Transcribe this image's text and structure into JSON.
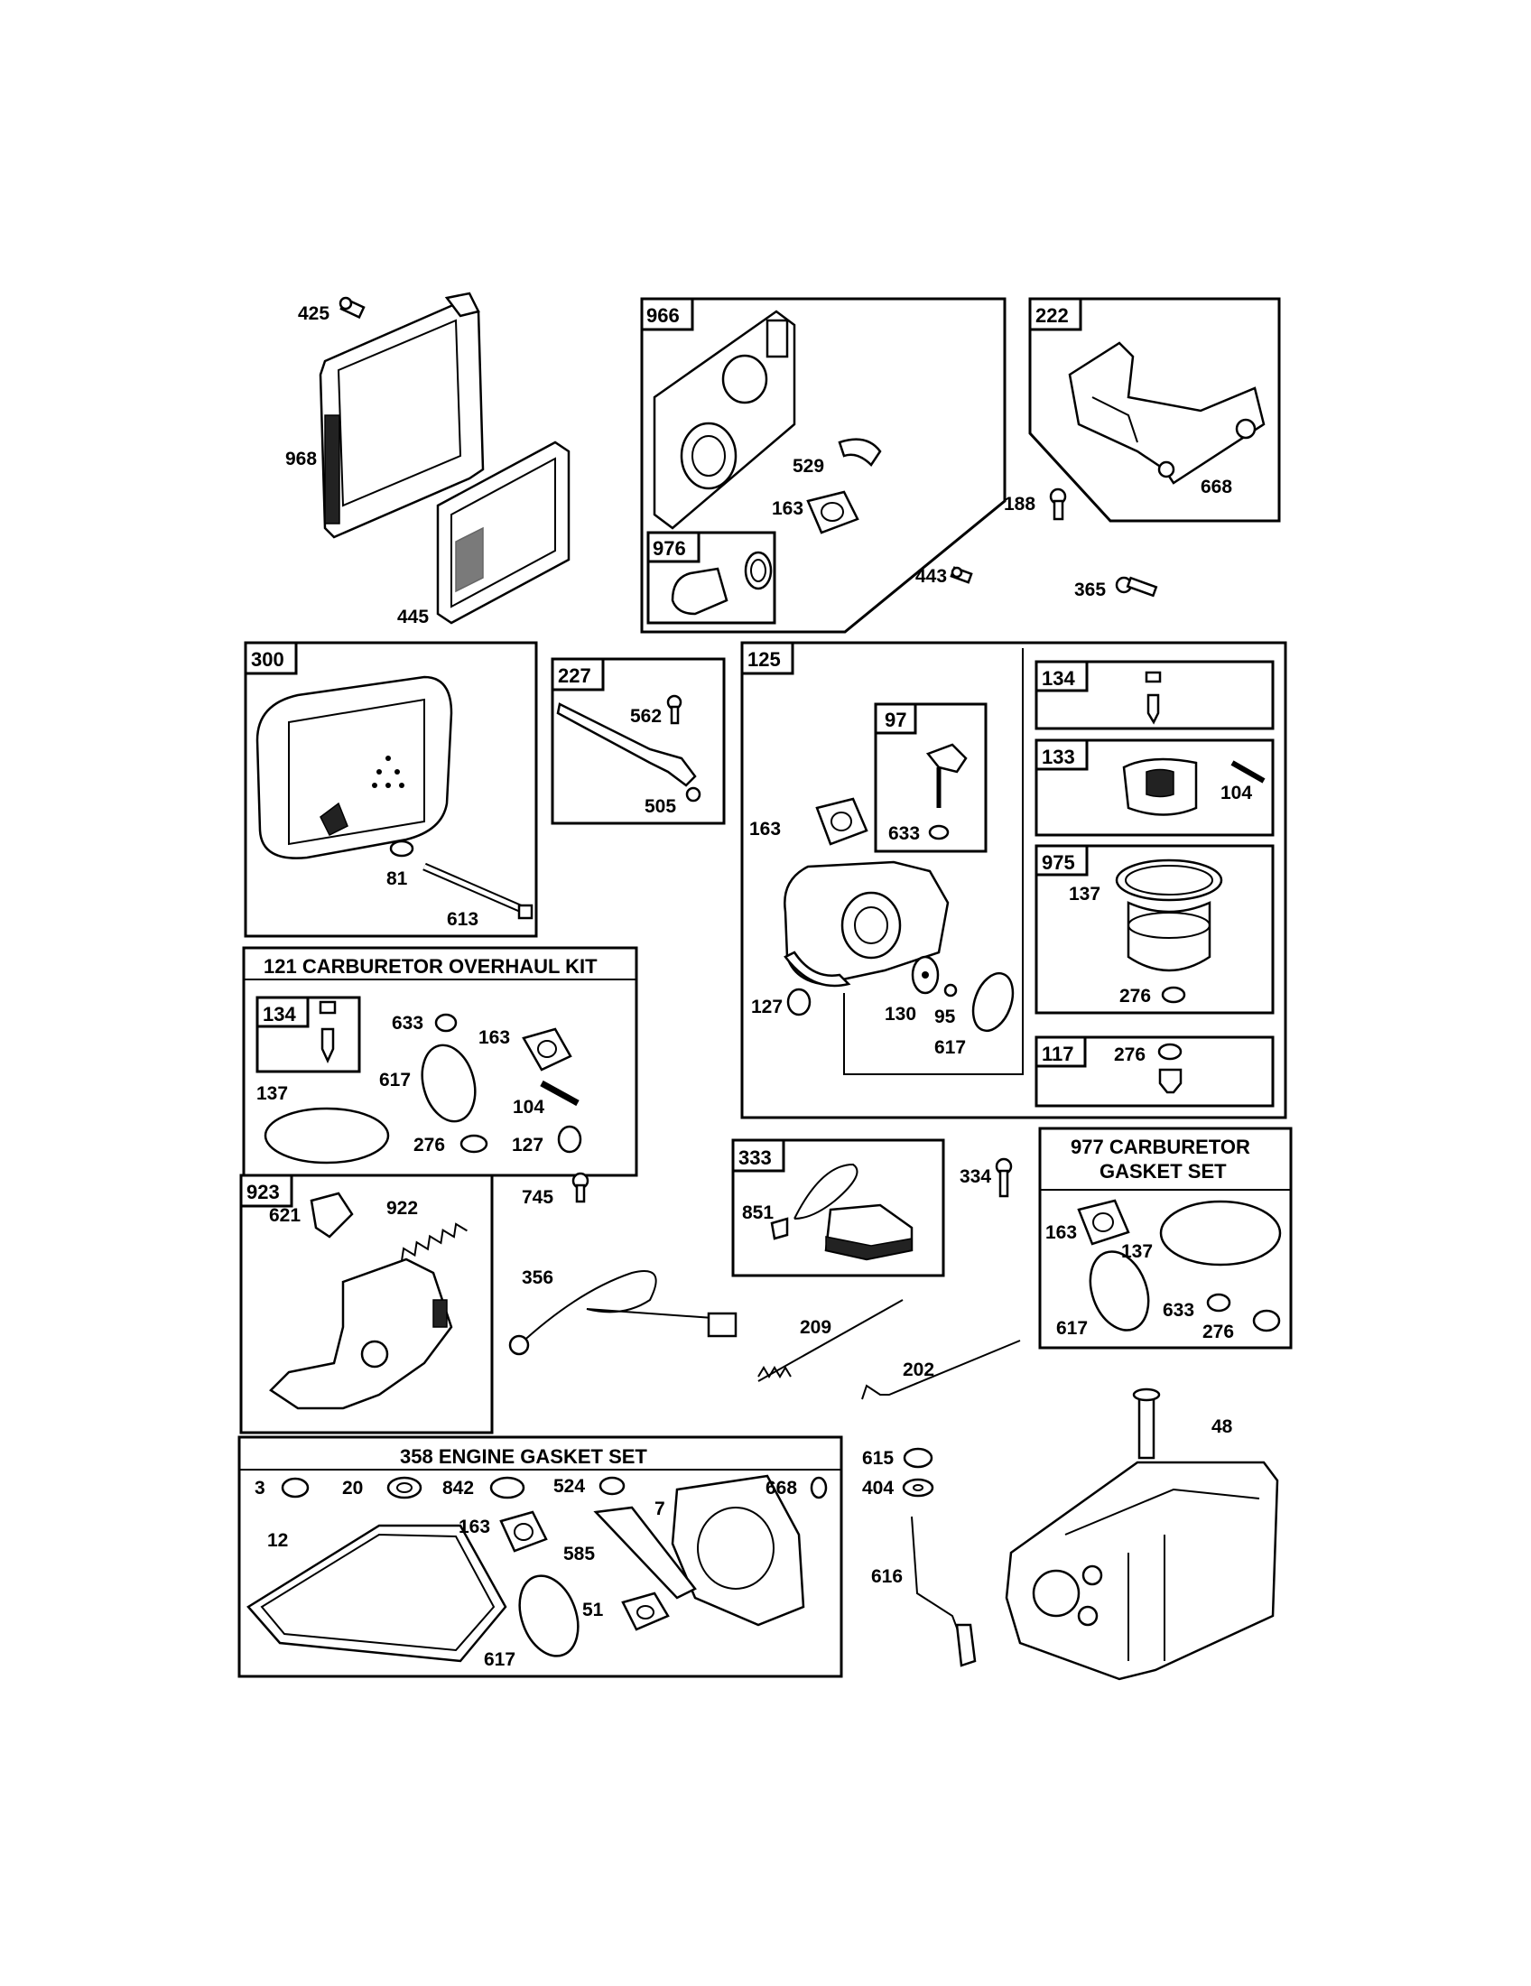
{
  "callouts": {
    "p425": "425",
    "p968": "968",
    "p445": "445",
    "p966": "966",
    "p529": "529",
    "p163a": "163",
    "p976": "976",
    "p443": "443",
    "p222": "222",
    "p668a": "668",
    "p188": "188",
    "p365": "365",
    "p300": "300",
    "p81": "81",
    "p613": "613",
    "p227": "227",
    "p562": "562",
    "p505": "505",
    "p125": "125",
    "p97": "97",
    "p633a": "633",
    "p163b": "163",
    "p127a": "127",
    "p130": "130",
    "p95": "95",
    "p617a": "617",
    "p134a": "134",
    "p133": "133",
    "p104a": "104",
    "p975": "975",
    "p137a": "137",
    "p276a": "276",
    "p117": "117",
    "p276b": "276",
    "p134b": "134",
    "p633b": "633",
    "p163c": "163",
    "p617b": "617",
    "p137b": "137",
    "p104b": "104",
    "p276c": "276",
    "p127b": "127",
    "p923": "923",
    "p621": "621",
    "p922": "922",
    "p745": "745",
    "p333": "333",
    "p851": "851",
    "p334": "334",
    "p356": "356",
    "p209": "209",
    "p202": "202",
    "p163d": "163",
    "p137c": "137",
    "p617c": "617",
    "p633c": "633",
    "p276d": "276",
    "p3": "3",
    "p20": "20",
    "p842": "842",
    "p524": "524",
    "p7": "7",
    "p668b": "668",
    "p12": "12",
    "p163e": "163",
    "p585": "585",
    "p51": "51",
    "p617d": "617",
    "p615": "615",
    "p404": "404",
    "p616": "616",
    "p48": "48"
  },
  "kits": {
    "overhaul": "121 CARBURETOR OVERHAUL KIT",
    "carb_gasket_line1": "977 CARBURETOR",
    "carb_gasket_line2": "GASKET SET",
    "engine_gasket": "358 ENGINE GASKET SET"
  }
}
